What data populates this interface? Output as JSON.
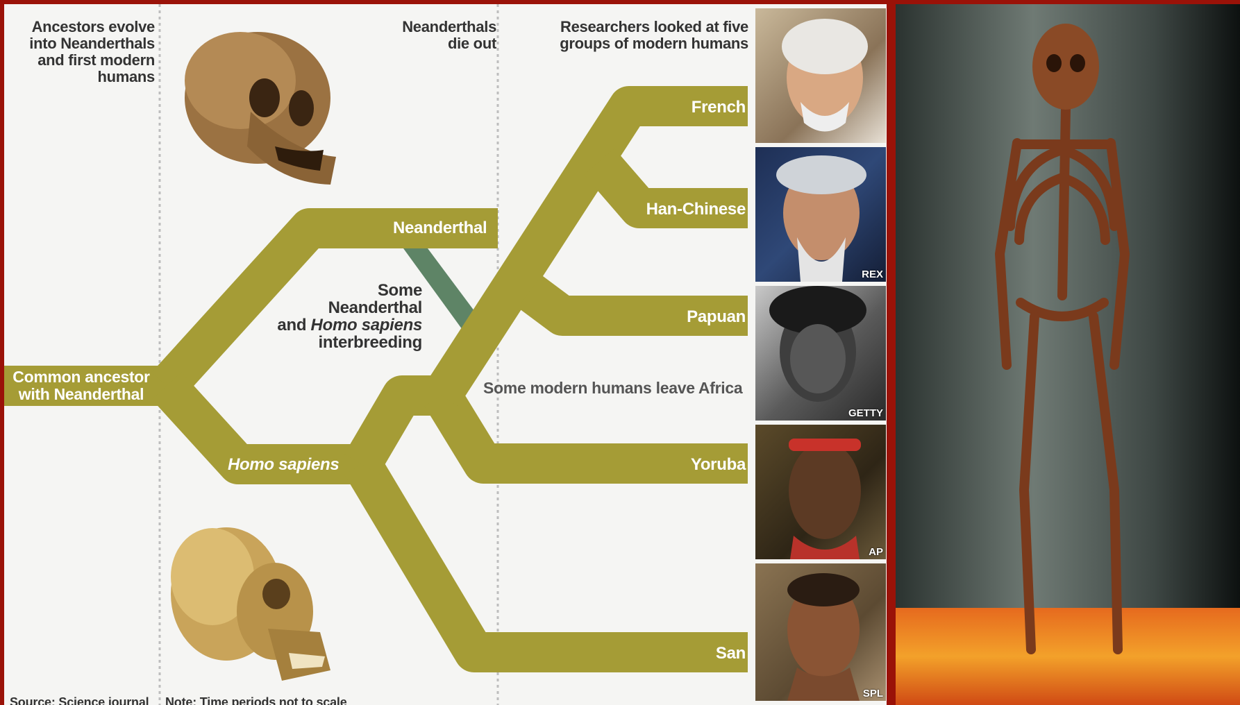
{
  "infographic": {
    "headers": {
      "ancestors_evolve": "Ancestors evolve into Neanderthals and first modern humans",
      "neanderthals_die_out": "Neanderthals die out",
      "researchers_looked": "Researchers looked at five groups of modern humans"
    },
    "tree": {
      "common_ancestor": "Common ancestor with Neanderthal",
      "neanderthal": "Neanderthal",
      "homo_sapiens": "Homo sapiens",
      "interbreeding_1": "Some",
      "interbreeding_2": "Neanderthal",
      "interbreeding_3a": "and ",
      "interbreeding_3b": "Homo sapiens",
      "interbreeding_4": "interbreeding",
      "leave_africa": "Some modern humans leave Africa",
      "groups": [
        "French",
        "Han-Chinese",
        "Papuan",
        "Yoruba",
        "San"
      ]
    },
    "credits": [
      "",
      "REX",
      "GETTY",
      "AP",
      "SPL"
    ],
    "footer": {
      "source": "Source: Science journal",
      "note": "Note: Time periods not to scale"
    },
    "colors": {
      "branch": "#a59c36",
      "interbreed": "#5e8466",
      "frame": "#9a1208"
    }
  }
}
